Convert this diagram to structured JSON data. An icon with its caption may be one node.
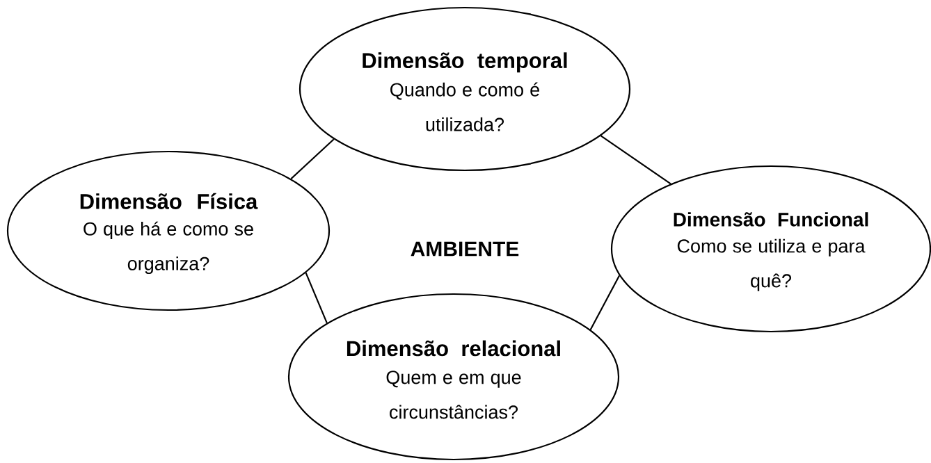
{
  "diagram": {
    "nodes": [
      {
        "text": [
          "Dimensão temporal",
          "Quando e como é utilizada?"
        ]
      },
      {
        "text": [
          "Dimensão Física",
          "O que há e como se organiza?"
        ]
      },
      {
        "text": [
          "Dimensão Funcional",
          "Como se utiliza e para quê?"
        ]
      },
      {
        "text": [
          "Dimensão relacional",
          "Quem e em que circunstâncias?"
        ]
      }
    ],
    "edges": [
      {
        "from": 0,
        "to": 1,
        "arrow": "none"
      },
      {
        "from": 0,
        "to": 2,
        "arrow": "none"
      },
      {
        "from": 1,
        "to": 3,
        "arrow": "none"
      },
      {
        "from": 2,
        "to": 3,
        "arrow": "none"
      }
    ],
    "labels": [
      "AMBIENTE"
    ]
  }
}
